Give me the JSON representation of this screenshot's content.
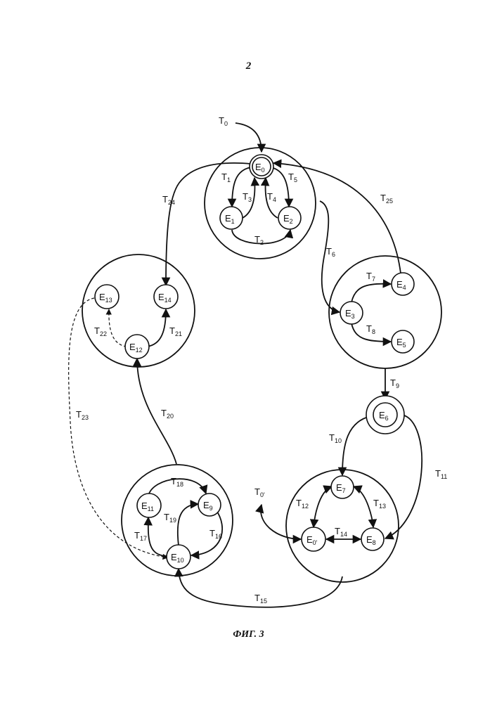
{
  "page_number": "2",
  "caption": "ФИГ. 3",
  "states": {
    "E0": {
      "name": "E",
      "sub": "0"
    },
    "E1": {
      "name": "E",
      "sub": "1"
    },
    "E2": {
      "name": "E",
      "sub": "2"
    },
    "E3": {
      "name": "E",
      "sub": "3"
    },
    "E4": {
      "name": "E",
      "sub": "4"
    },
    "E5": {
      "name": "E",
      "sub": "5"
    },
    "E6": {
      "name": "E",
      "sub": "6"
    },
    "E7": {
      "name": "E",
      "sub": "7"
    },
    "E0p": {
      "name": "E",
      "sub": "0'"
    },
    "E8": {
      "name": "E",
      "sub": "8"
    },
    "E9": {
      "name": "E",
      "sub": "9"
    },
    "E10": {
      "name": "E",
      "sub": "10"
    },
    "E11": {
      "name": "E",
      "sub": "11"
    },
    "E12": {
      "name": "E",
      "sub": "12"
    },
    "E13": {
      "name": "E",
      "sub": "13"
    },
    "E14": {
      "name": "E",
      "sub": "14"
    }
  },
  "transitions": {
    "T0": {
      "name": "T",
      "sub": "0"
    },
    "T0p": {
      "name": "T",
      "sub": "0'"
    },
    "T1": {
      "name": "T",
      "sub": "1"
    },
    "T2": {
      "name": "T",
      "sub": "2"
    },
    "T3": {
      "name": "T",
      "sub": "3"
    },
    "T4": {
      "name": "T",
      "sub": "4"
    },
    "T5": {
      "name": "T",
      "sub": "5"
    },
    "T6": {
      "name": "T",
      "sub": "6"
    },
    "T7": {
      "name": "T",
      "sub": "7"
    },
    "T8": {
      "name": "T",
      "sub": "8"
    },
    "T9": {
      "name": "T",
      "sub": "9"
    },
    "T10": {
      "name": "T",
      "sub": "10"
    },
    "T11": {
      "name": "T",
      "sub": "11"
    },
    "T12": {
      "name": "T",
      "sub": "12"
    },
    "T13": {
      "name": "T",
      "sub": "13"
    },
    "T14": {
      "name": "T",
      "sub": "14"
    },
    "T15": {
      "name": "T",
      "sub": "15"
    },
    "T16": {
      "name": "T",
      "sub": "16"
    },
    "T17": {
      "name": "T",
      "sub": "17"
    },
    "T18": {
      "name": "T",
      "sub": "18"
    },
    "T19": {
      "name": "T",
      "sub": "19"
    },
    "T20": {
      "name": "T",
      "sub": "20"
    },
    "T21": {
      "name": "T",
      "sub": "21"
    },
    "T22": {
      "name": "T",
      "sub": "22"
    },
    "T23": {
      "name": "T",
      "sub": "23"
    },
    "T24": {
      "name": "T",
      "sub": "24"
    },
    "T25": {
      "name": "T",
      "sub": "25"
    }
  }
}
